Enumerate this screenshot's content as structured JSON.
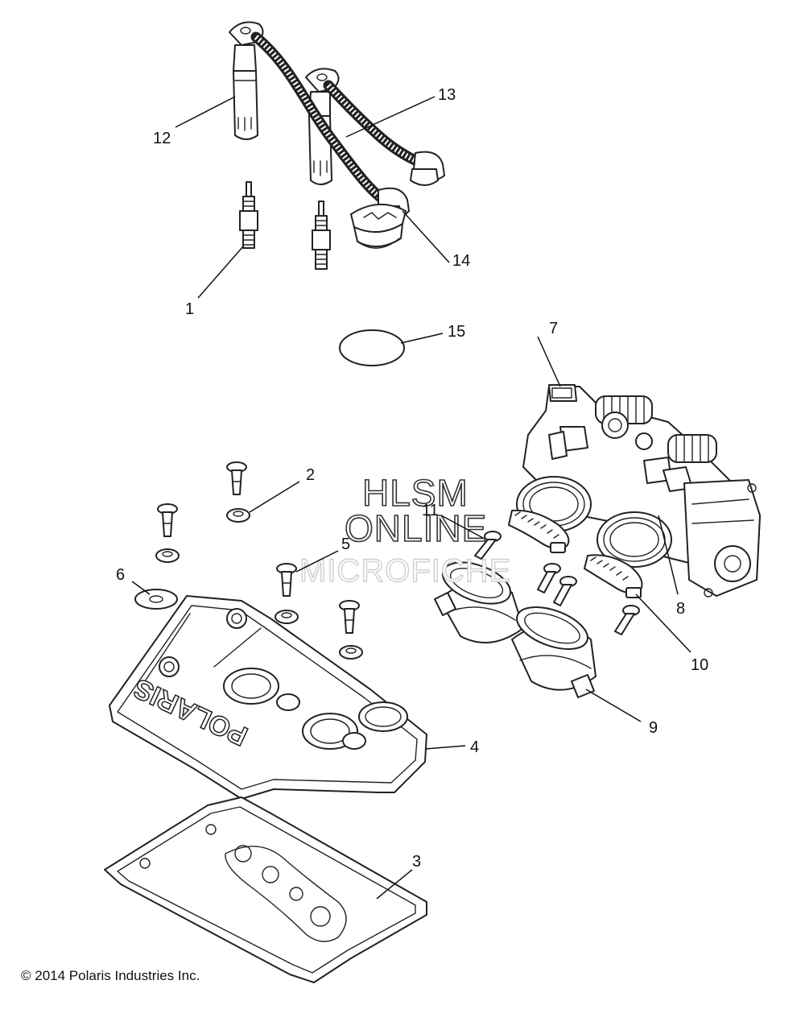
{
  "callouts": {
    "c1": "1",
    "c2": "2",
    "c3": "3",
    "c4": "4",
    "c5": "5",
    "c6": "6",
    "c7": "7",
    "c8": "8",
    "c9": "9",
    "c10": "10",
    "c11": "11",
    "c12": "12",
    "c13": "13",
    "c14": "14",
    "c15": "15"
  },
  "watermark": {
    "line1": "HLSM",
    "line2": "ONLINE",
    "line3": "MICROFICHE"
  },
  "cover_logo": "POLARIS",
  "copyright": "© 2014 Polaris Industries Inc.",
  "colors": {
    "line": "#222222",
    "background": "#ffffff",
    "watermark_faint": "#cfcfcf"
  }
}
